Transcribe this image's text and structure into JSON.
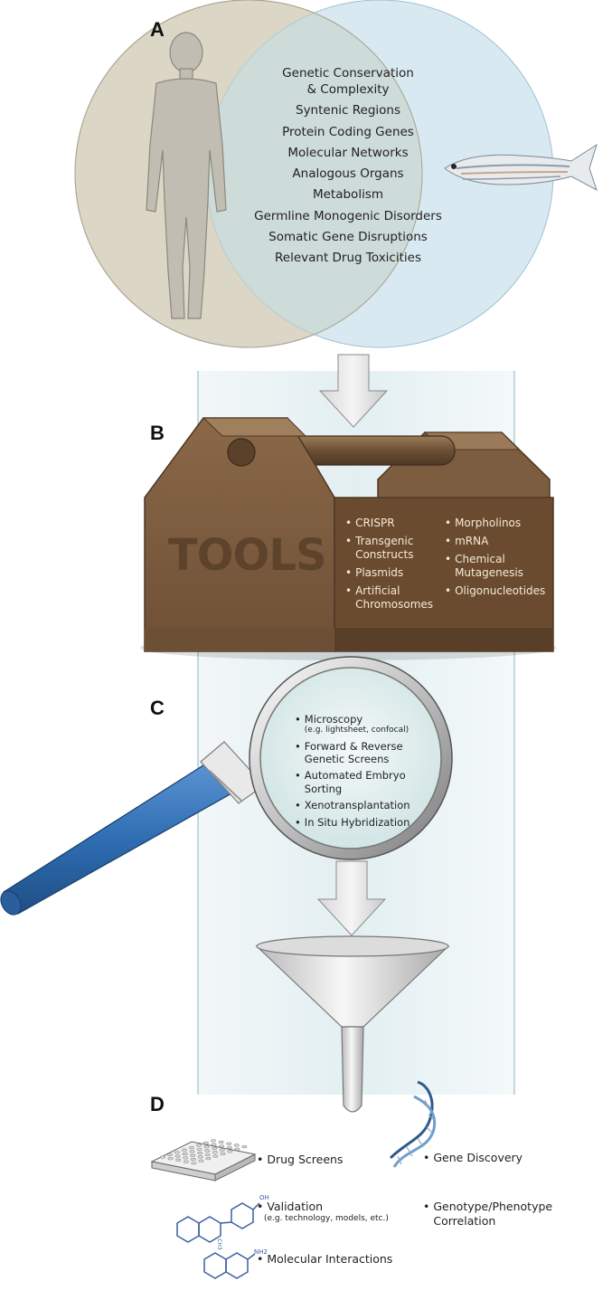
{
  "panels": {
    "a": "A",
    "b": "B",
    "c": "C",
    "d": "D"
  },
  "venn": {
    "items": [
      "Genetic Conservation\n& Complexity",
      "Syntenic Regions",
      "Protein Coding Genes",
      "Molecular Networks",
      "Analogous Organs",
      "Metabolism",
      "Germline Monogenic Disorders",
      "Somatic Gene Disruptions",
      "Relevant Drug Toxicities"
    ],
    "colors": {
      "human_circle": "#d9d4c4",
      "fish_circle": "#d3e6ef",
      "overlap": "#c5d5cf"
    }
  },
  "tools": {
    "label": "TOOLS",
    "left_items": [
      "CRISPR",
      "Transgenic\nConstructs",
      "Plasmids",
      "Artificial\nChromosomes"
    ],
    "right_items": [
      "Morpholinos",
      "mRNA",
      "Chemical\nMutagenesis",
      "Oligonucleotides"
    ],
    "colors": {
      "box": "#7b5a3c",
      "box_dark": "#5e4430",
      "lid": "#8e6b49"
    }
  },
  "magnifier": {
    "items": [
      {
        "text": "Microscopy",
        "sub": "(e.g. lightsheet, confocal)"
      },
      {
        "text": "Forward & Reverse\nGenetic Screens",
        "sub": ""
      },
      {
        "text": "Automated Embryo\nSorting",
        "sub": ""
      },
      {
        "text": "Xenotransplantation",
        "sub": ""
      },
      {
        "text": "In Situ Hybridization",
        "sub": ""
      }
    ],
    "colors": {
      "handle": "#2f6eb3",
      "lens": "#e6f1f1"
    }
  },
  "outcomes": {
    "drug_screens": "Drug Screens",
    "gene_discovery": "Gene Discovery",
    "validation": "Validation",
    "validation_sub": "(e.g. technology, models, etc.)",
    "genotype": "Genotype/Phenotype\nCorrelation",
    "molecular": "Molecular Interactions",
    "molecule_labels": {
      "oh": "OH",
      "ch3": "CH3",
      "nh2": "NH2"
    }
  },
  "bullet": "•"
}
